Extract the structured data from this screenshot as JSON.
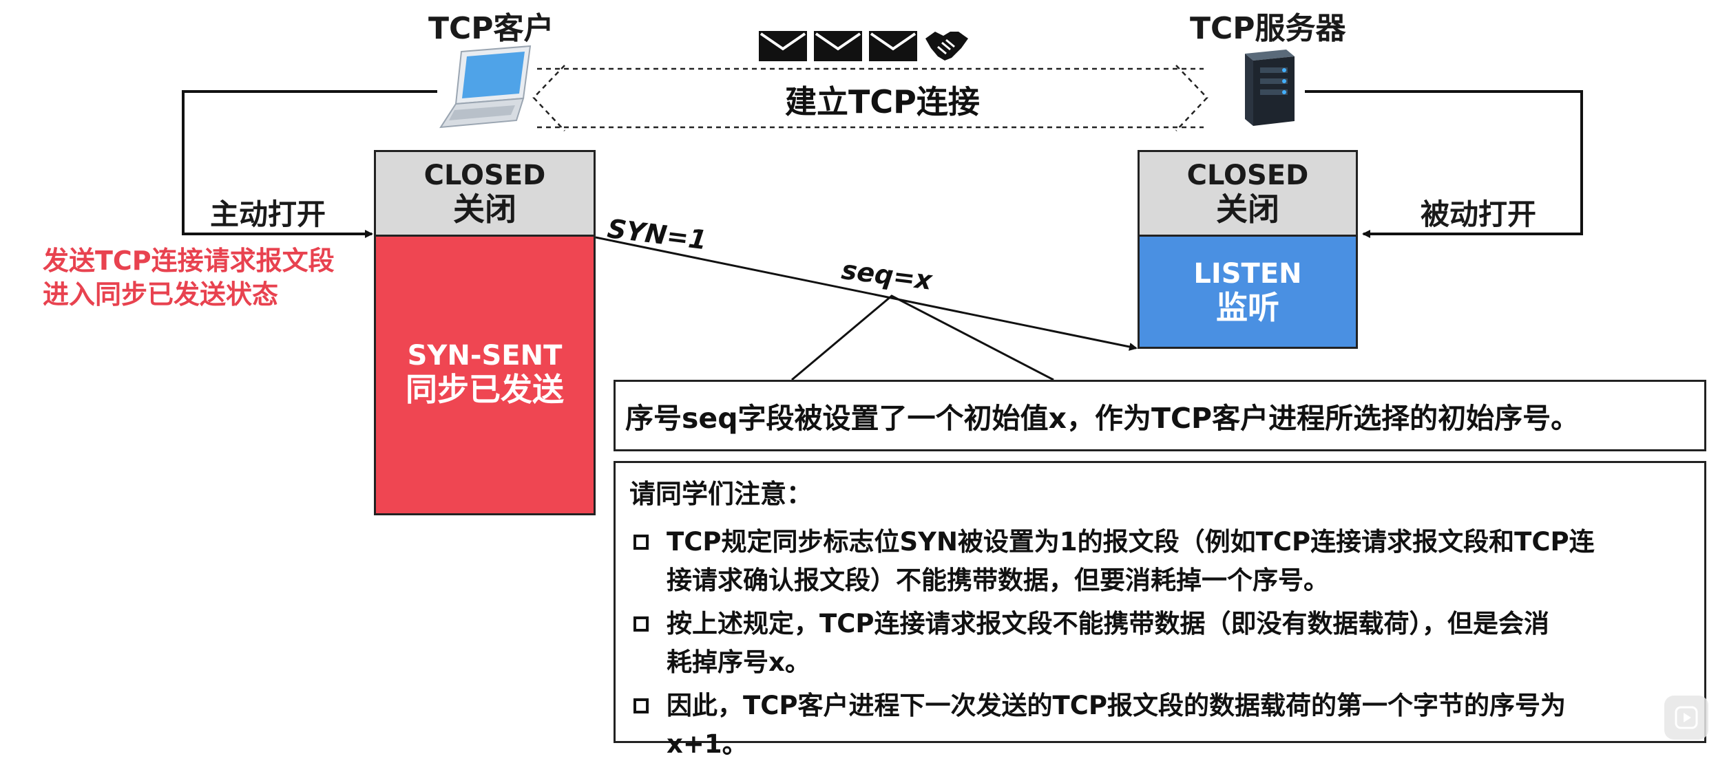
{
  "client": {
    "title": "TCP客户",
    "icon": "laptop-icon"
  },
  "server": {
    "title": "TCP服务器",
    "icon": "server-icon"
  },
  "connection": {
    "label": "建立TCP连接",
    "icons": [
      "envelope-icon",
      "envelope-icon",
      "envelope-icon",
      "handshake-icon"
    ]
  },
  "client_states": {
    "closed_en": "CLOSED",
    "closed_zh": "关闭",
    "syn_sent_en": "SYN-SENT",
    "syn_sent_zh": "同步已发送"
  },
  "server_states": {
    "closed_en": "CLOSED",
    "closed_zh": "关闭",
    "listen_en": "LISTEN",
    "listen_zh": "监听"
  },
  "labels": {
    "active_open": "主动打开",
    "passive_open": "被动打开",
    "red_note_1": "发送TCP连接请求报文段",
    "red_note_2": "进入同步已发送状态",
    "syn": "SYN=1",
    "seq": "seq=x"
  },
  "callout": "序号seq字段被设置了一个初始值x，作为TCP客户进程所选择的初始序号。",
  "notes": {
    "heading": "请同学们注意：",
    "items": [
      {
        "line1": "TCP规定同步标志位SYN被设置为1的报文段（例如TCP连接请求报文段和TCP连",
        "line2": "接请求确认报文段）不能携带数据，但要消耗掉一个序号。"
      },
      {
        "line1": "按上述规定，TCP连接请求报文段不能携带数据（即没有数据载荷），但是会消",
        "line2": "耗掉序号x。"
      },
      {
        "line1": "因此，TCP客户进程下一次发送的TCP报文段的数据载荷的第一个字节的序号为",
        "line2": "x+1。"
      }
    ]
  },
  "colors": {
    "syn_sent": "#ef4652",
    "listen": "#4a90e2",
    "closed": "#d9d9d9",
    "red_text": "#e8424f"
  }
}
